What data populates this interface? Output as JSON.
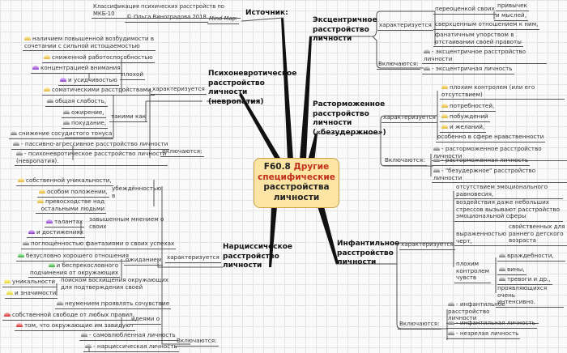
{
  "center": {
    "code": "F60.8",
    "title_red": "Другие специфические",
    "title_rest": "расстройства личности"
  },
  "source": {
    "title": "Источник:",
    "classification": "Классификация психических расстройств по МКБ-10",
    "copyright": "© Ольга Виноградова 2018",
    "mindmap": "Mind Map:"
  },
  "psycho": {
    "title": "Психоневротическое\nрасстройство\nличности\n(невропатия)",
    "char": "характеризуется",
    "items": [
      "наличием повышенной возбудимости в\nсочетании с сильной истощаемостью",
      "сниженной работоспособностью",
      "концентрацией внимания",
      "плохой",
      "и усидчивостью",
      "соматическими расстройствами,",
      "общая слабость,",
      "ожирение,",
      "похудание,",
      "снижение сосудистого тонуса",
      "такими как"
    ],
    "incl": "Включаются:",
    "incl_items": [
      "- пассивно-агрессивное расстройство личности",
      "- психоневротическое расстройство личности\n(невропатия)."
    ]
  },
  "eccentric": {
    "title": "Эксцентричное\nрасстройство\nличности",
    "char": "характеризуется",
    "items": [
      "переоценкой своих",
      "привычек",
      "и мыслей,",
      "сверхценным отношением к ним,",
      "фанатичным упорством в\nотстаивании своей правоты"
    ],
    "incl": "Включаются:",
    "incl_items": [
      "- эксцентричное расстройство\nличности",
      "- эксцентричная личность"
    ]
  },
  "disinhibited": {
    "title": "Расторможенное\nрасстройство\nличности\n(«безудержное»)",
    "char": "характеризуется",
    "items": [
      "плохим контролем (или его\nотсутствием)",
      "потребностей,",
      "побуждений",
      "и желаний,",
      "особенно в сфере нравственности"
    ],
    "incl": "Включаются:",
    "incl_items": [
      "- расторможенное расстройство личности",
      "- расторможенная личность",
      "- \"безудержное\" расстройство личности"
    ]
  },
  "infantile": {
    "title": "Инфантильное\nрасстройство\nличности",
    "char": "характеризуется",
    "items": [
      "отсутствием эмоционального\nравновесия,",
      "воздействия даже небольших\nстрессов вызывают расстройство\nэмоциональной сферы",
      "выраженностью\nчерт,",
      "свойственных для\nраннего детского\nвозраста",
      "плохим\nконтролем\nчувств",
      "враждебности,",
      "вины,",
      "тревоги и др.,",
      "проявляющихся очень\nинтенсивно."
    ],
    "incl": "Включаются:",
    "incl_items": [
      "- инфантильное расстройство\nличности",
      "- инфантильная личность",
      "- незрелая личность"
    ]
  },
  "narcissistic": {
    "title": "Нарциссическое\nрасстройство\nличности",
    "char": "характеризуется",
    "items": [
      "собственной уникальности,",
      "особом положении,",
      "превосходстве над\nостальными людьми",
      "убеждённостью\nв",
      "талантах",
      "и достижениях",
      "завышенным мнением о\nсвоих",
      "поглощённостью фантазиями о своих успехах",
      "безусловно хорошего отношения",
      "и беспрекословного\nподчинения от окружающих",
      "ожиданием",
      "уникальности",
      "и значимости",
      "поиском восхищения окружающих\nдля подтверждения своей",
      "неумением проявлять сочувствие",
      "собственной свободе от любых правил,",
      "том,  что окружающие им завидуют",
      "идеями о"
    ],
    "incl": "Включаются:",
    "incl_items": [
      "- самовлюбленная личность",
      "- нарциссическая личность"
    ]
  }
}
